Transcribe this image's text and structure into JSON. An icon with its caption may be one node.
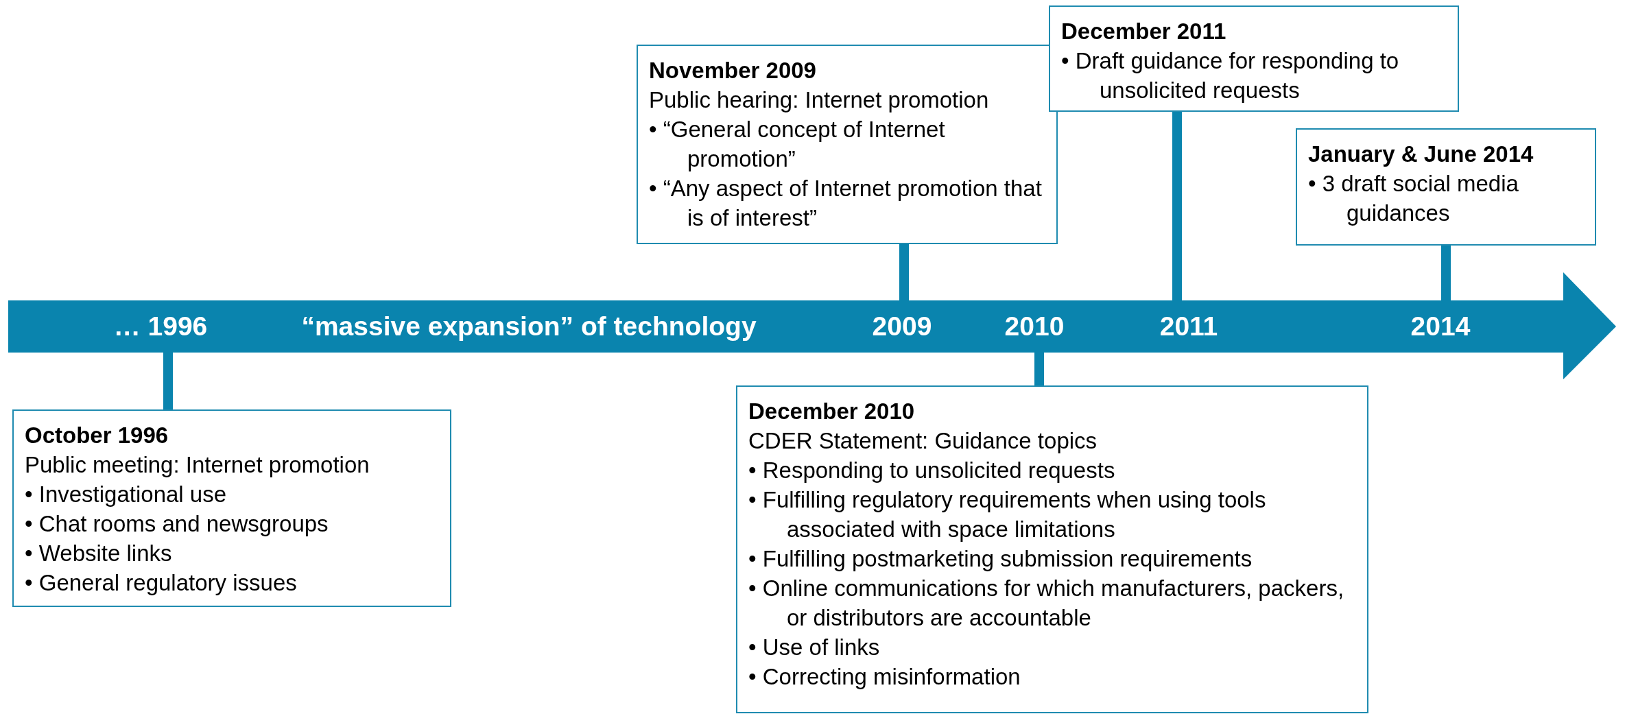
{
  "diagram": {
    "nodes": [
      {
        "text": [
          "… 1996",
          "“massive expansion” of technology",
          "2009",
          "2010",
          "2011",
          "2014"
        ]
      },
      {
        "text": [
          "October 1996",
          "Public meeting: Internet promotion",
          "•  Investigational use",
          "•  Chat rooms and newsgroups",
          "•  Website links",
          "•  General regulatory issues"
        ]
      },
      {
        "text": [
          "November 2009",
          "Public hearing: Internet promotion",
          "•  “General concept of Internet promotion”",
          "•  “Any aspect of Internet promotion that is of interest”"
        ]
      },
      {
        "text": [
          "December 2010",
          "CDER Statement: Guidance topics",
          "•  Responding to unsolicited requests",
          "•  Fulfilling regulatory requirements when using tools associated with space limitations",
          "•  Fulfilling postmarketing submission requirements",
          "•  Online communications for which manufacturers, packers, or distributors are accountable",
          "•  Use of links",
          "•  Correcting misinformation"
        ]
      },
      {
        "text": [
          "December 2011",
          "• Draft guidance for responding to unsolicited requests"
        ]
      },
      {
        "text": [
          "January & June 2014",
          "• 3 draft social media guidances"
        ]
      }
    ],
    "edges": [
      {
        "from": 0,
        "to": 1,
        "arrow": "none"
      },
      {
        "from": 0,
        "to": 2,
        "arrow": "none"
      },
      {
        "from": 0,
        "to": 3,
        "arrow": "none"
      },
      {
        "from": 0,
        "to": 4,
        "arrow": "none"
      },
      {
        "from": 0,
        "to": 5,
        "arrow": "none"
      }
    ]
  }
}
